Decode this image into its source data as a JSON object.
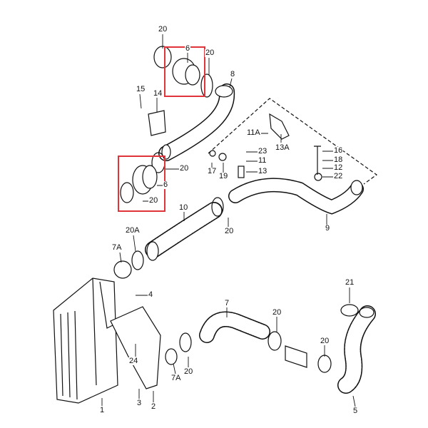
{
  "diagram": {
    "highlight_color": "#e0333a",
    "line_color": "#111111",
    "labels": [
      {
        "id": "c1",
        "text": "20"
      },
      {
        "id": "c2",
        "text": "6"
      },
      {
        "id": "c3",
        "text": "20"
      },
      {
        "id": "c4",
        "text": "8"
      },
      {
        "id": "c5",
        "text": "15"
      },
      {
        "id": "c6",
        "text": "14"
      },
      {
        "id": "c7",
        "text": "11A"
      },
      {
        "id": "c8",
        "text": "13A"
      },
      {
        "id": "c9",
        "text": "23"
      },
      {
        "id": "c10",
        "text": "11"
      },
      {
        "id": "c11",
        "text": "13"
      },
      {
        "id": "c12",
        "text": "17"
      },
      {
        "id": "c13",
        "text": "19"
      },
      {
        "id": "c14",
        "text": "16"
      },
      {
        "id": "c15",
        "text": "18"
      },
      {
        "id": "c16",
        "text": "12"
      },
      {
        "id": "c17",
        "text": "22"
      },
      {
        "id": "c18",
        "text": "20"
      },
      {
        "id": "c19",
        "text": "6"
      },
      {
        "id": "c20",
        "text": "20"
      },
      {
        "id": "c21",
        "text": "10"
      },
      {
        "id": "c22",
        "text": "9"
      },
      {
        "id": "c23",
        "text": "20"
      },
      {
        "id": "c24",
        "text": "20A"
      },
      {
        "id": "c25",
        "text": "7A"
      },
      {
        "id": "c26",
        "text": "4"
      },
      {
        "id": "c27",
        "text": "7"
      },
      {
        "id": "c28",
        "text": "20"
      },
      {
        "id": "c29",
        "text": "21"
      },
      {
        "id": "c30",
        "text": "20"
      },
      {
        "id": "c31",
        "text": "24"
      },
      {
        "id": "c32",
        "text": "20"
      },
      {
        "id": "c33",
        "text": "7A"
      },
      {
        "id": "c34",
        "text": "3"
      },
      {
        "id": "c35",
        "text": "2"
      },
      {
        "id": "c36",
        "text": "1"
      },
      {
        "id": "c37",
        "text": "5"
      }
    ]
  }
}
